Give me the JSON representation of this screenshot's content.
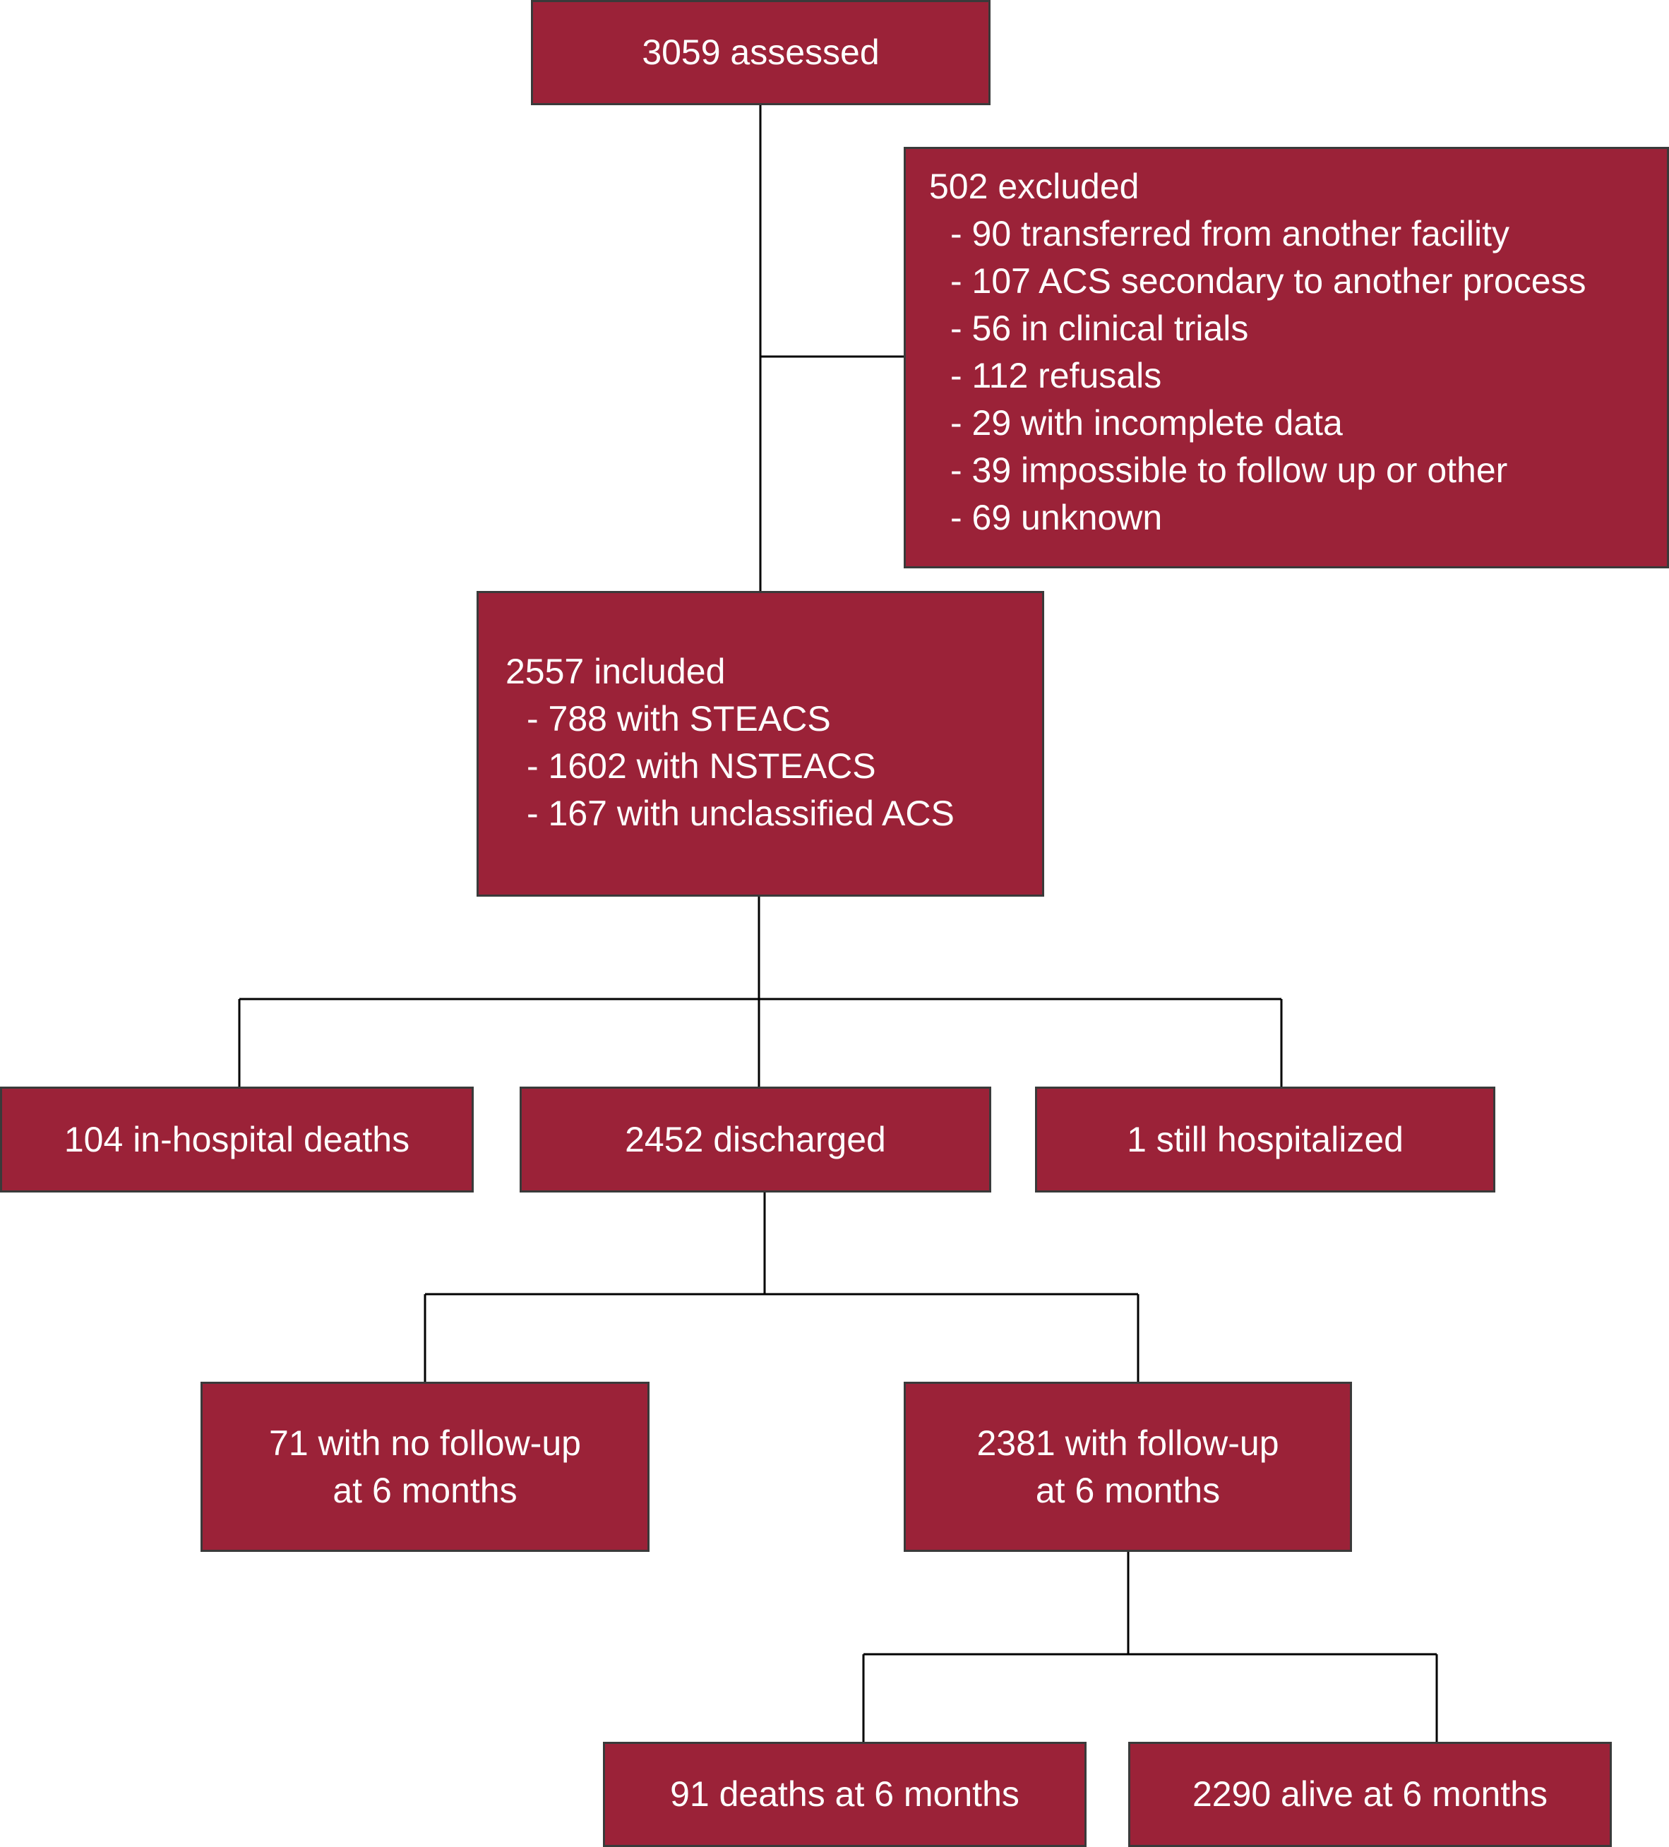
{
  "colors": {
    "box_fill": "#9b2238",
    "box_border": "#3a3a3a",
    "text": "#ffffff",
    "line": "#000000"
  },
  "assessed": {
    "label": "3059 assessed"
  },
  "excluded": {
    "title": "502 excluded",
    "items": [
      "- 90 transferred from another facility",
      "- 107 ACS secondary to another process",
      "- 56 in clinical trials",
      "- 112 refusals",
      "- 29 with incomplete data",
      "- 39 impossible to follow up or other",
      "- 69 unknown"
    ]
  },
  "included": {
    "title": "2557 included",
    "items": [
      "- 788 with STEACS",
      "- 1602 with NSTEACS",
      "- 167 with unclassified ACS"
    ]
  },
  "outcomes": {
    "deaths": "104 in-hospital deaths",
    "discharged": "2452 discharged",
    "hospitalized": "1 still hospitalized"
  },
  "followup": {
    "none": [
      "71 with no follow-up",
      "at 6 months"
    ],
    "with": [
      "2381 with follow-up",
      "at 6 months"
    ]
  },
  "six_months": {
    "deaths": "91 deaths at 6 months",
    "alive": "2290 alive at 6 months"
  }
}
